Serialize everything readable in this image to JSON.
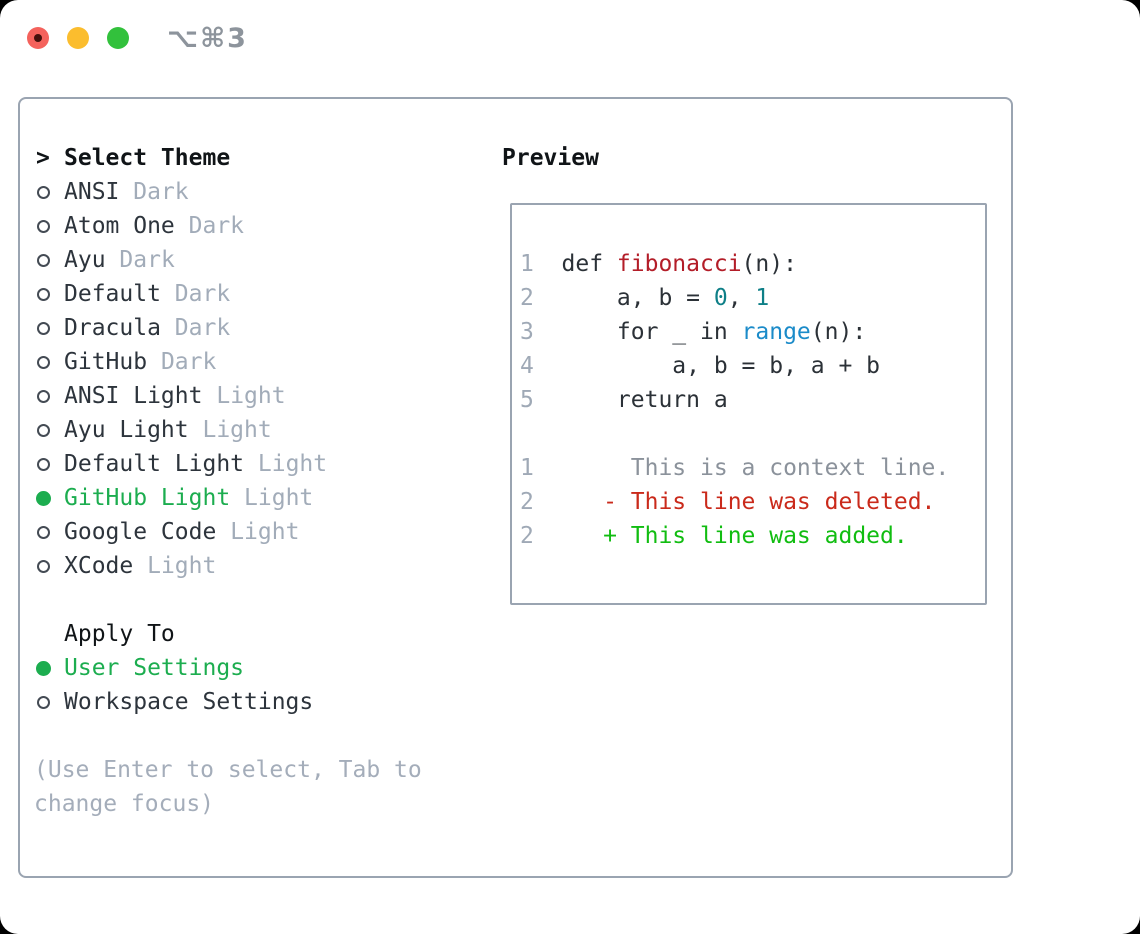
{
  "window": {
    "shortcut": "⌥⌘3",
    "traffic_lights": [
      "close",
      "minimize",
      "zoom"
    ]
  },
  "colors": {
    "accent_green": "#1cad4f",
    "added_green": "#11bd11",
    "deleted_red": "#ca2a1b",
    "function_red": "#b31d28",
    "number_teal": "#0e7f87",
    "builtin_blue": "#1b8bc9",
    "muted_gray": "#a2acb9",
    "border_gray": "#9aa4b1",
    "text_dark": "#2b3137"
  },
  "theme_picker": {
    "prompt": ">",
    "title": "Select Theme",
    "themes": [
      {
        "name": "ANSI",
        "variant": "Dark",
        "selected": false
      },
      {
        "name": "Atom One",
        "variant": "Dark",
        "selected": false
      },
      {
        "name": "Ayu",
        "variant": "Dark",
        "selected": false
      },
      {
        "name": "Default",
        "variant": "Dark",
        "selected": false
      },
      {
        "name": "Dracula",
        "variant": "Dark",
        "selected": false
      },
      {
        "name": "GitHub",
        "variant": "Dark",
        "selected": false
      },
      {
        "name": "ANSI Light",
        "variant": "Light",
        "selected": false
      },
      {
        "name": "Ayu Light",
        "variant": "Light",
        "selected": false
      },
      {
        "name": "Default Light",
        "variant": "Light",
        "selected": false
      },
      {
        "name": "GitHub Light",
        "variant": "Light",
        "selected": true
      },
      {
        "name": "Google Code",
        "variant": "Light",
        "selected": false
      },
      {
        "name": "XCode",
        "variant": "Light",
        "selected": false
      }
    ],
    "apply_to": {
      "title": "Apply To",
      "options": [
        {
          "label": "User Settings",
          "selected": true
        },
        {
          "label": "Workspace Settings",
          "selected": false
        }
      ]
    },
    "hint_line1": "(Use Enter to select, Tab to",
    "hint_line2": "change focus)"
  },
  "preview": {
    "title": "Preview",
    "code_lines": [
      {
        "num": "1",
        "tokens": [
          {
            "text": "def ",
            "style": "plain"
          },
          {
            "text": "fibonacci",
            "style": "func"
          },
          {
            "text": "(n):",
            "style": "plain"
          }
        ]
      },
      {
        "num": "2",
        "tokens": [
          {
            "text": "    a, b = ",
            "style": "plain"
          },
          {
            "text": "0",
            "style": "num"
          },
          {
            "text": ", ",
            "style": "plain"
          },
          {
            "text": "1",
            "style": "num"
          }
        ]
      },
      {
        "num": "3",
        "tokens": [
          {
            "text": "    for _ in ",
            "style": "plain"
          },
          {
            "text": "range",
            "style": "builtin"
          },
          {
            "text": "(n):",
            "style": "plain"
          }
        ]
      },
      {
        "num": "4",
        "tokens": [
          {
            "text": "        a, b = b, a + b",
            "style": "plain"
          }
        ]
      },
      {
        "num": "5",
        "tokens": [
          {
            "text": "    return a",
            "style": "plain"
          }
        ]
      }
    ],
    "diff_lines": [
      {
        "num": "1",
        "text": "     This is a context line.",
        "kind": "context"
      },
      {
        "num": "2",
        "text": "   - This line was deleted.",
        "kind": "deleted"
      },
      {
        "num": "2",
        "text": "   + This line was added.",
        "kind": "added"
      }
    ]
  }
}
